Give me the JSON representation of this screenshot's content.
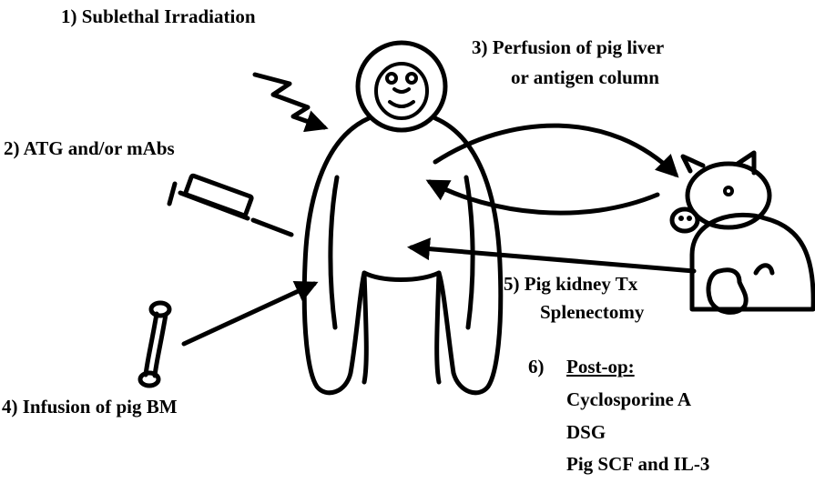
{
  "steps": {
    "step1": "1) Sublethal Irradiation",
    "step2": "2) ATG and/or mAbs",
    "step3_line1": "3)  Perfusion of pig liver",
    "step3_line2": "or antigen column",
    "step4": "4) Infusion of pig BM",
    "step5_line1": "5) Pig kidney Tx",
    "step5_line2": "Splenectomy",
    "step6_number": "6)",
    "step6_heading": "Post-op:",
    "step6_items": [
      "Cyclosporine A",
      "DSG",
      "Pig SCF and IL-3"
    ]
  }
}
